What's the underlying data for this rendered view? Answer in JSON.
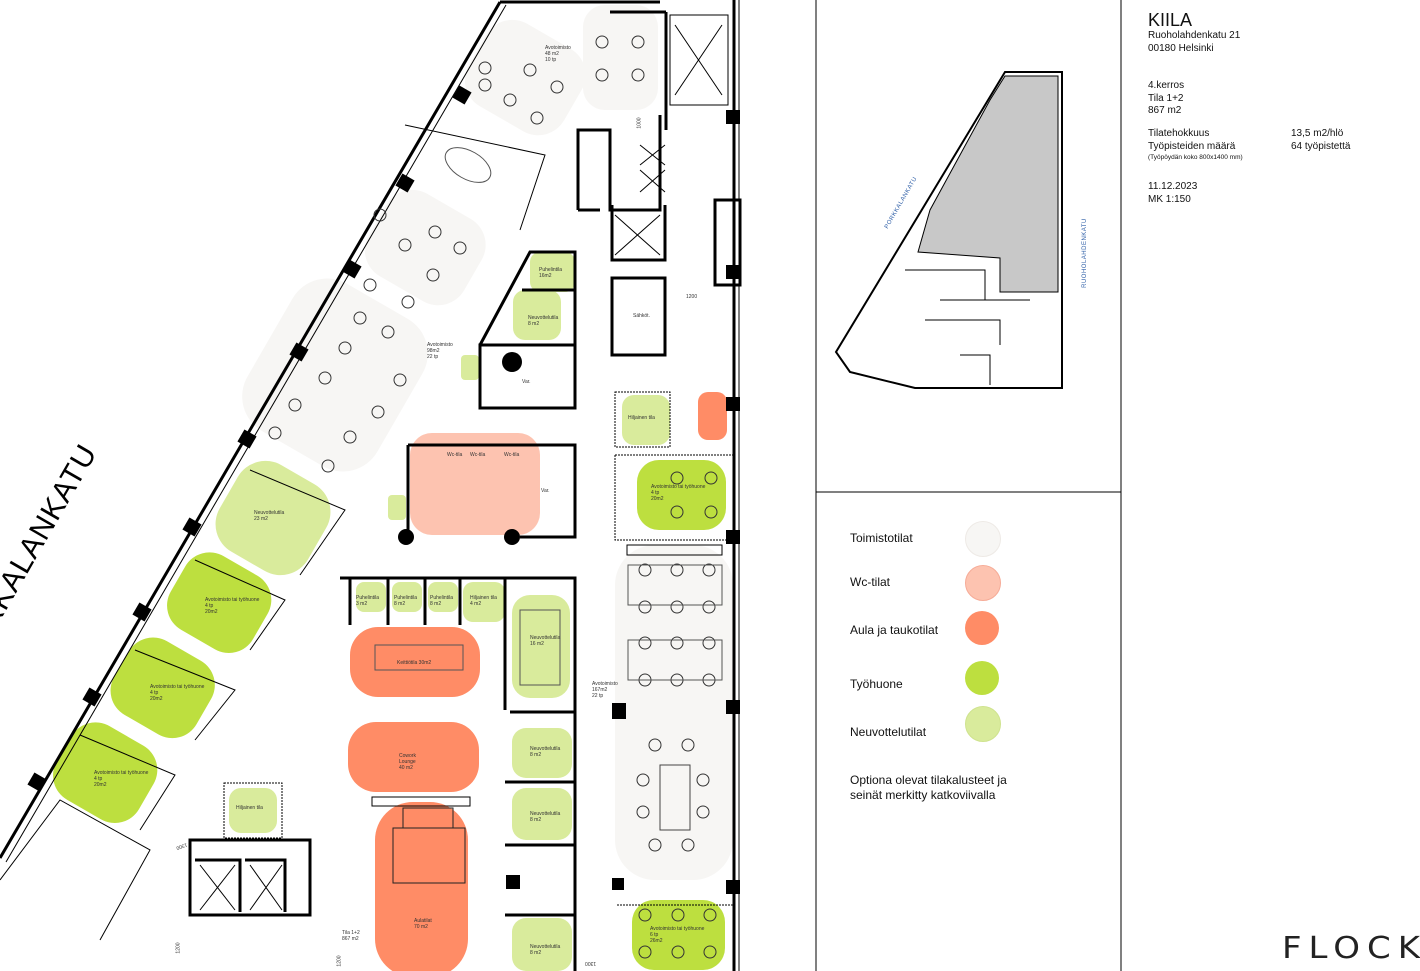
{
  "project": {
    "name": "KIILA",
    "address_line1": "Ruoholahdenkatu 21",
    "address_line2": "00180 Helsinki",
    "floor": "4.kerros",
    "space": "Tila 1+2",
    "area": "867 m2",
    "efficiency_label": "Tilatehokkuus",
    "efficiency_value": "13,5 m2/hlö",
    "workstations_label": "Työpisteiden määrä",
    "workstations_value": "64 työpistettä",
    "desk_note": "(Työpöydän koko 800x1400 mm)",
    "date": "11.12.2023",
    "scale": "MK 1:150"
  },
  "legend": {
    "items": [
      {
        "label": "Toimistotilat",
        "color": "#f7f6f4"
      },
      {
        "label": "Wc-tilat",
        "color": "#fdc3b0"
      },
      {
        "label": "Aula ja taukotilat",
        "color": "#ff8c66"
      },
      {
        "label": "Työhuone",
        "color": "#bddf3f"
      },
      {
        "label": "Neuvottelutilat",
        "color": "#d9eb9c"
      }
    ],
    "note_line1": "Optiona olevat tilakalusteet ja",
    "note_line2": "seinät merkitty katkoviivalla"
  },
  "streets": {
    "main": "PORKKALANKATU",
    "mini_left": "PORKKALANKATU",
    "mini_right": "RUOHOLAHDENKATU"
  },
  "rooms": [
    {
      "l1": "Avotoimisto",
      "l2": "48 m2",
      "l3": "10 tp"
    },
    {
      "l1": "Avotoimisto",
      "l2": "98m2",
      "l3": "22 tp"
    },
    {
      "l1": "Puhelintila",
      "l2": "16m2"
    },
    {
      "l1": "Neuvottelutila",
      "l2": "8 m2"
    },
    {
      "l1": "Var."
    },
    {
      "l1": "Sähköt."
    },
    {
      "l1": "Wc-tila"
    },
    {
      "l1": "Wc-tila"
    },
    {
      "l1": "Wc-tila"
    },
    {
      "l1": "Var."
    },
    {
      "l1": "Hiljainen tila"
    },
    {
      "l1": "Avotoimisto tai työhuone",
      "l2": "4 tp",
      "l3": "20m2"
    },
    {
      "l1": "Neuvottelutila",
      "l2": "23 m2"
    },
    {
      "l1": "Avotoimisto tai työhuone",
      "l2": "4 tp",
      "l3": "20m2"
    },
    {
      "l1": "Avotoimisto tai työhuone",
      "l2": "4 tp",
      "l3": "20m2"
    },
    {
      "l1": "Avotoimisto tai työhuone",
      "l2": "4 tp",
      "l3": "20m2"
    },
    {
      "l1": "Puhelintila",
      "l2": "3 m2"
    },
    {
      "l1": "Puhelintila",
      "l2": "8 m2"
    },
    {
      "l1": "Puhelintila",
      "l2": "8 m2"
    },
    {
      "l1": "Hiljainen tila",
      "l2": "4 m2"
    },
    {
      "l1": "Keittiötila 30m2"
    },
    {
      "l1": "Neuvottelutila",
      "l2": "16 m2"
    },
    {
      "l1": "Avotoimisto",
      "l2": "167m2",
      "l3": "22 tp"
    },
    {
      "l1": "Cowork",
      "l2": "Lounge",
      "l3": "40 m2"
    },
    {
      "l1": "Neuvottelutila",
      "l2": "8 m2"
    },
    {
      "l1": "Neuvottelutila",
      "l2": "8 m2"
    },
    {
      "l1": "Hiljainen tila"
    },
    {
      "l1": "Aulatilat",
      "l2": "70 m2"
    },
    {
      "l1": "Tila 1+2",
      "l2": "867 m2"
    },
    {
      "l1": "Neuvottelutila",
      "l2": "8 m2"
    },
    {
      "l1": "Avotoimisto tai työhuone",
      "l2": "6 tp",
      "l3": "26m2"
    }
  ],
  "dimensions": [
    "1000",
    "1200",
    "1300",
    "1200",
    "1300",
    "1200"
  ],
  "logo": "FLOCK"
}
